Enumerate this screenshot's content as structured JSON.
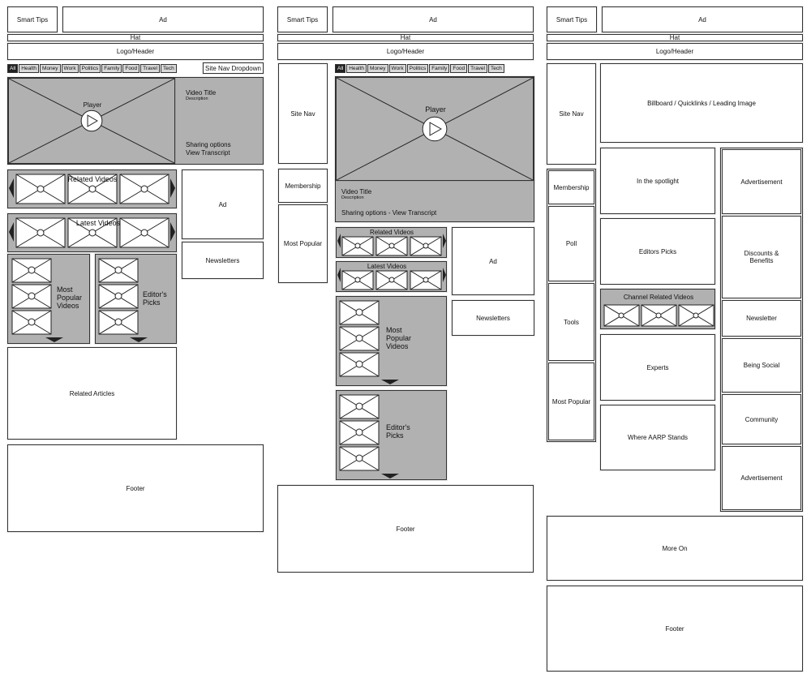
{
  "labels": {
    "smart_tips": "Smart Tips",
    "ad": "Ad",
    "hat": "Hat",
    "logo_header": "Logo/Header",
    "site_nav_dropdown": "Site Nav Dropdown",
    "player": "Player",
    "video_title": "Video Title",
    "description": "Description",
    "sharing_options": "Sharing options",
    "view_transcript": "View Transcript",
    "sharing_combined": "Sharing options - View Transcript",
    "related_videos": "Related Videos",
    "latest_videos": "Latest Videos",
    "newsletters": "Newsletters",
    "most_popular_videos": "Most Popular Videos",
    "editors_picks_videos": "Editor's Picks",
    "related_articles": "Related Articles",
    "footer": "Footer",
    "site_nav": "Site Nav",
    "membership": "Membership",
    "most_popular": "Most Popular",
    "poll": "Poll",
    "tools": "Tools",
    "billboard": "Billboard / Quicklinks / Leading Image",
    "in_the_spotlight": "In the spotlight",
    "editors_picks": "Editors Picks",
    "channel_related_videos": "Channel Related Videos",
    "experts": "Experts",
    "where_aarp_stands": "Where AARP Stands",
    "advertisement": "Advertisement",
    "discounts_benefits": "Discounts & Benefits",
    "newsletter": "Newsletter",
    "being_social": "Being Social",
    "community": "Community",
    "more_on": "More On"
  },
  "nav_tabs": [
    "All",
    "Health",
    "Money",
    "Work",
    "Politics",
    "Family",
    "Food",
    "Travel",
    "Tech"
  ]
}
